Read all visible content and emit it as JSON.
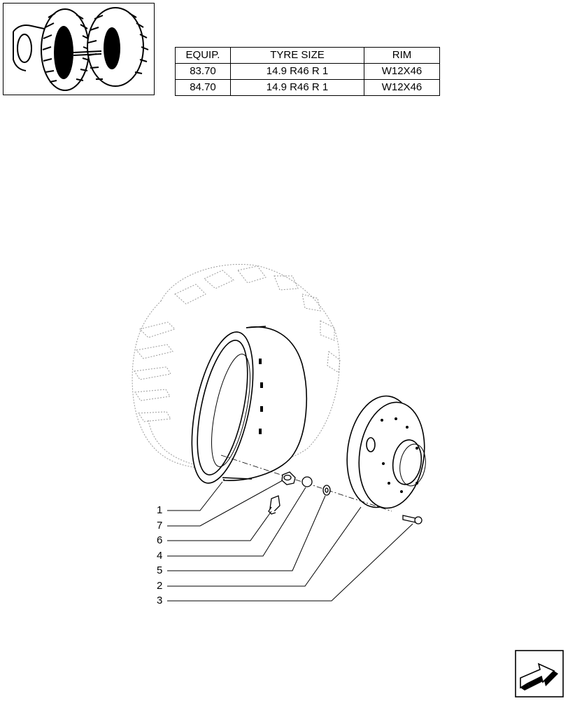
{
  "table": {
    "headers": [
      "EQUIP.",
      "TYRE SIZE",
      "RIM"
    ],
    "rows": [
      [
        "83.70",
        "14.9 R46 R 1",
        "W12X46"
      ],
      [
        "84.70",
        "14.9 R46 R 1",
        "W12X46"
      ]
    ]
  },
  "callouts": [
    "1",
    "7",
    "6",
    "4",
    "5",
    "2",
    "3"
  ],
  "icons": {
    "thumbnail": "tractor-rear-wheels-thumbnail",
    "navigation": "next-page-arrow-icon"
  }
}
